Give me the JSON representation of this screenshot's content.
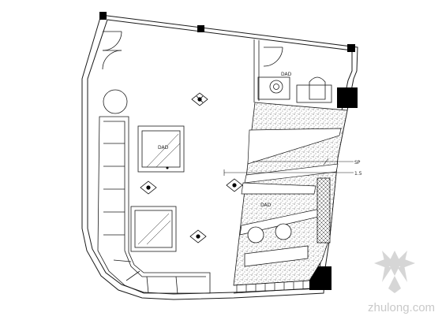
{
  "labels": {
    "pantry": "DAD",
    "table_upper": "DAD",
    "counter_right": "SP",
    "marker_dim": "1.5",
    "counter_left": "DAD"
  },
  "watermark": {
    "text": "zhulong.com"
  },
  "colors": {
    "line": "#1a1a1a",
    "column": "#000000",
    "hatch": "#555555",
    "watermark": "#c9c9c9"
  },
  "icons": [
    "door-swing-icon",
    "plant-pot-icon",
    "sofa-icon",
    "stool-icon",
    "column-icon",
    "watermark-logo-icon"
  ]
}
